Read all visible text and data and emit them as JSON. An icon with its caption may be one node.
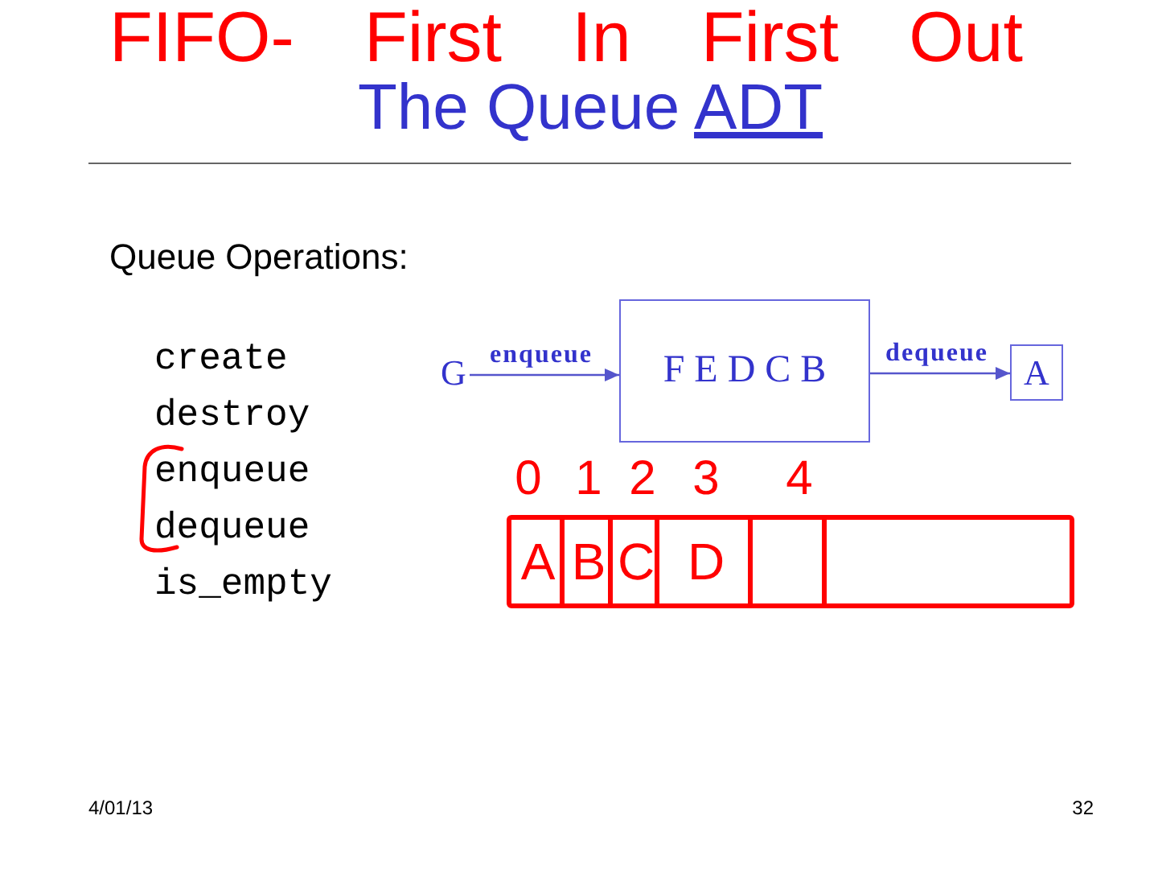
{
  "diagram": {
    "title": "The Queue ADT",
    "nodes": [
      {
        "text": [
          "G"
        ]
      },
      {
        "text": [
          "F E D C B"
        ]
      },
      {
        "text": [
          "A"
        ]
      },
      {
        "text": [],
        "shape": "box"
      },
      {
        "text": [
          "A"
        ],
        "in": 3,
        "beside": [
          "0"
        ]
      },
      {
        "text": [
          "B"
        ],
        "in": 3,
        "beside": [
          "1"
        ]
      },
      {
        "text": [
          "C"
        ],
        "in": 3,
        "beside": [
          "2"
        ]
      },
      {
        "text": [
          "D"
        ],
        "in": 3,
        "beside": [
          "3"
        ]
      },
      {
        "text": [],
        "shape": "box",
        "in": 3,
        "beside": [
          "4"
        ]
      },
      {
        "text": [],
        "shape": "box",
        "in": 3
      }
    ],
    "edges": [
      {
        "from": 0,
        "to": 1,
        "arrow": "to",
        "label": "enqueue"
      },
      {
        "from": 1,
        "to": 2,
        "arrow": "to",
        "label": "dequeue"
      }
    ],
    "labels": [
      "FIFO- First In First Out",
      "Queue Operations:",
      "create",
      "destroy",
      "enqueue",
      "dequeue",
      "is_empty",
      "4/01/13",
      "32"
    ]
  }
}
